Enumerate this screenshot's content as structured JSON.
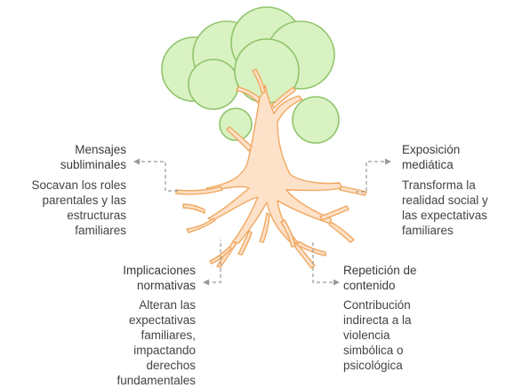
{
  "colors": {
    "canopy_fill": "#d9f2c2",
    "canopy_stroke": "#8fc46a",
    "trunk_fill": "#fde1c9",
    "trunk_stroke": "#f0a860",
    "connector": "#9a9a9a"
  },
  "labels": {
    "left_top": {
      "title": "Mensajes\nsubliminales",
      "description": "Socavan los roles\nparentales y las\nestructuras\nfamiliares"
    },
    "right_top": {
      "title": "Exposición\nmediática",
      "description": "Transforma la\nrealidad social y\nlas expectativas\nfamiliares"
    },
    "left_bottom": {
      "title": "Implicaciones\nnormativas",
      "description": "Alteran las\nexpectativas\nfamiliares,\nimpactando\nderechos\nfundamentales"
    },
    "right_bottom": {
      "title": "Repetición de\ncontenido",
      "description": "Contribución\nindirecta a la\nviolencia\nsimbólica o\npsicológica"
    }
  }
}
